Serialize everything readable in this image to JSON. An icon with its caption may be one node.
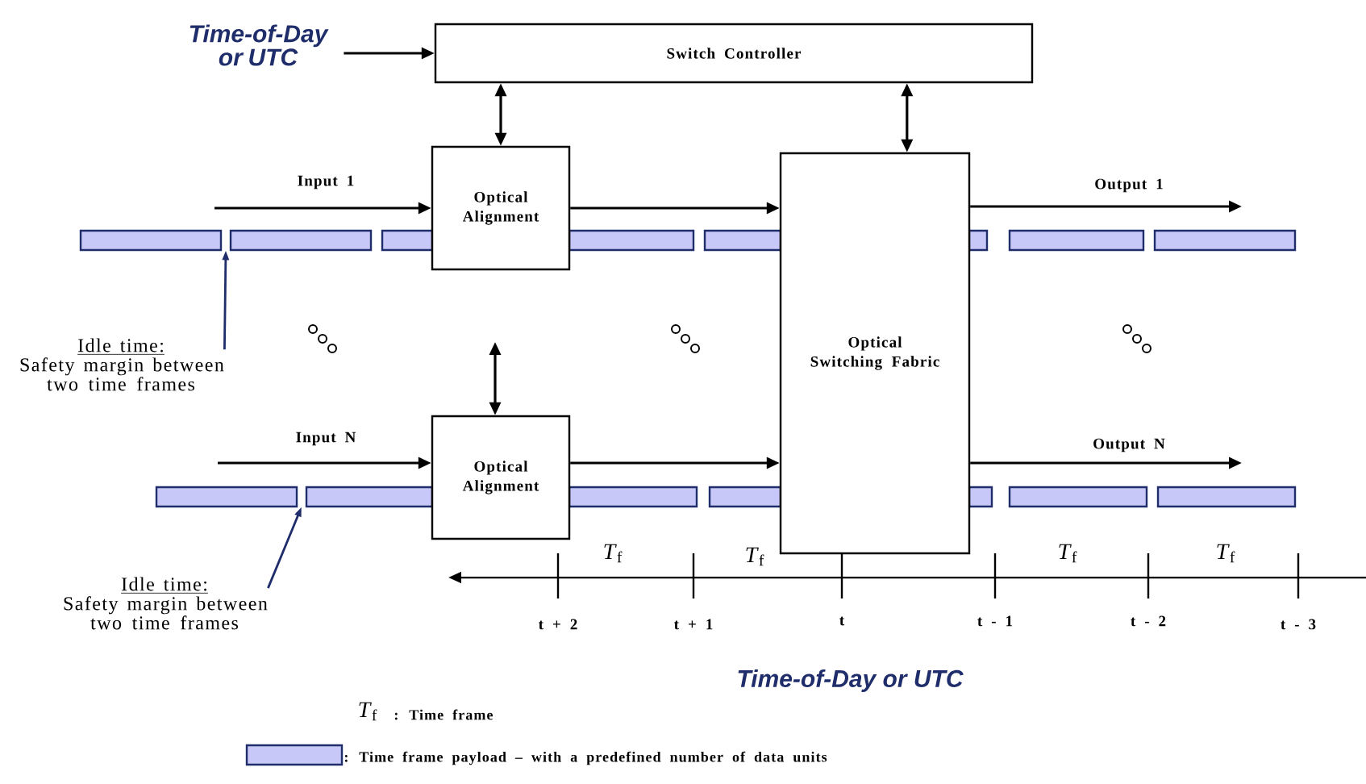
{
  "diagram": {
    "nodes": [
      {
        "text": [
          "Time-of-Day or UTC"
        ]
      },
      {
        "text": [
          "Switch Controller"
        ]
      },
      {
        "text": [
          "Optical Alignment"
        ]
      },
      {
        "text": [
          "Optical Alignment"
        ]
      },
      {
        "text": [
          "Optical Switching Fabric"
        ]
      },
      {
        "text": [
          "Idle time:",
          "Safety margin between two time frames"
        ]
      },
      {
        "text": [
          "Idle time:",
          "Safety margin between two time frames"
        ]
      },
      {
        "text": [],
        "shape": "bar"
      },
      {
        "text": [],
        "shape": "bar"
      }
    ],
    "edges": [
      {
        "from": 0,
        "to": 1,
        "arrow": "to"
      },
      {
        "from": 1,
        "to": 2,
        "arrow": "both"
      },
      {
        "from": 1,
        "to": 4,
        "arrow": "both"
      },
      {
        "from": null,
        "to": 3,
        "arrow": "both"
      },
      {
        "from": null,
        "to": 2,
        "arrow": "to",
        "label": "Input 1"
      },
      {
        "from": 2,
        "to": 4,
        "arrow": "to"
      },
      {
        "from": null,
        "to": 3,
        "arrow": "to",
        "label": "Input N"
      },
      {
        "from": 3,
        "to": 4,
        "arrow": "to"
      },
      {
        "from": 4,
        "to": null,
        "arrow": "to",
        "label": "Output 1"
      },
      {
        "from": 4,
        "to": null,
        "arrow": "to",
        "label": "Output N"
      },
      {
        "from": 5,
        "to": 7,
        "arrow": "to",
        "color": "#1f2d6b"
      },
      {
        "from": 6,
        "to": 8,
        "arrow": "to",
        "color": "#1f2d6b"
      }
    ],
    "labels": [
      "*T*$_{f}$",
      "*T*$_{f}$",
      "*T*$_{f}$",
      "*T*$_{f}$",
      "t + 2",
      "t + 1",
      "t",
      "t - 1",
      "t - 2",
      "t - 3",
      "Time-of-Day or UTC",
      "*T*$_{f}$",
      ": Time frame"
    ],
    "legend": [
      {
        "text": ": Time frame payload – with a predefined number of data units",
        "color": "#c8c8f8"
      }
    ]
  }
}
